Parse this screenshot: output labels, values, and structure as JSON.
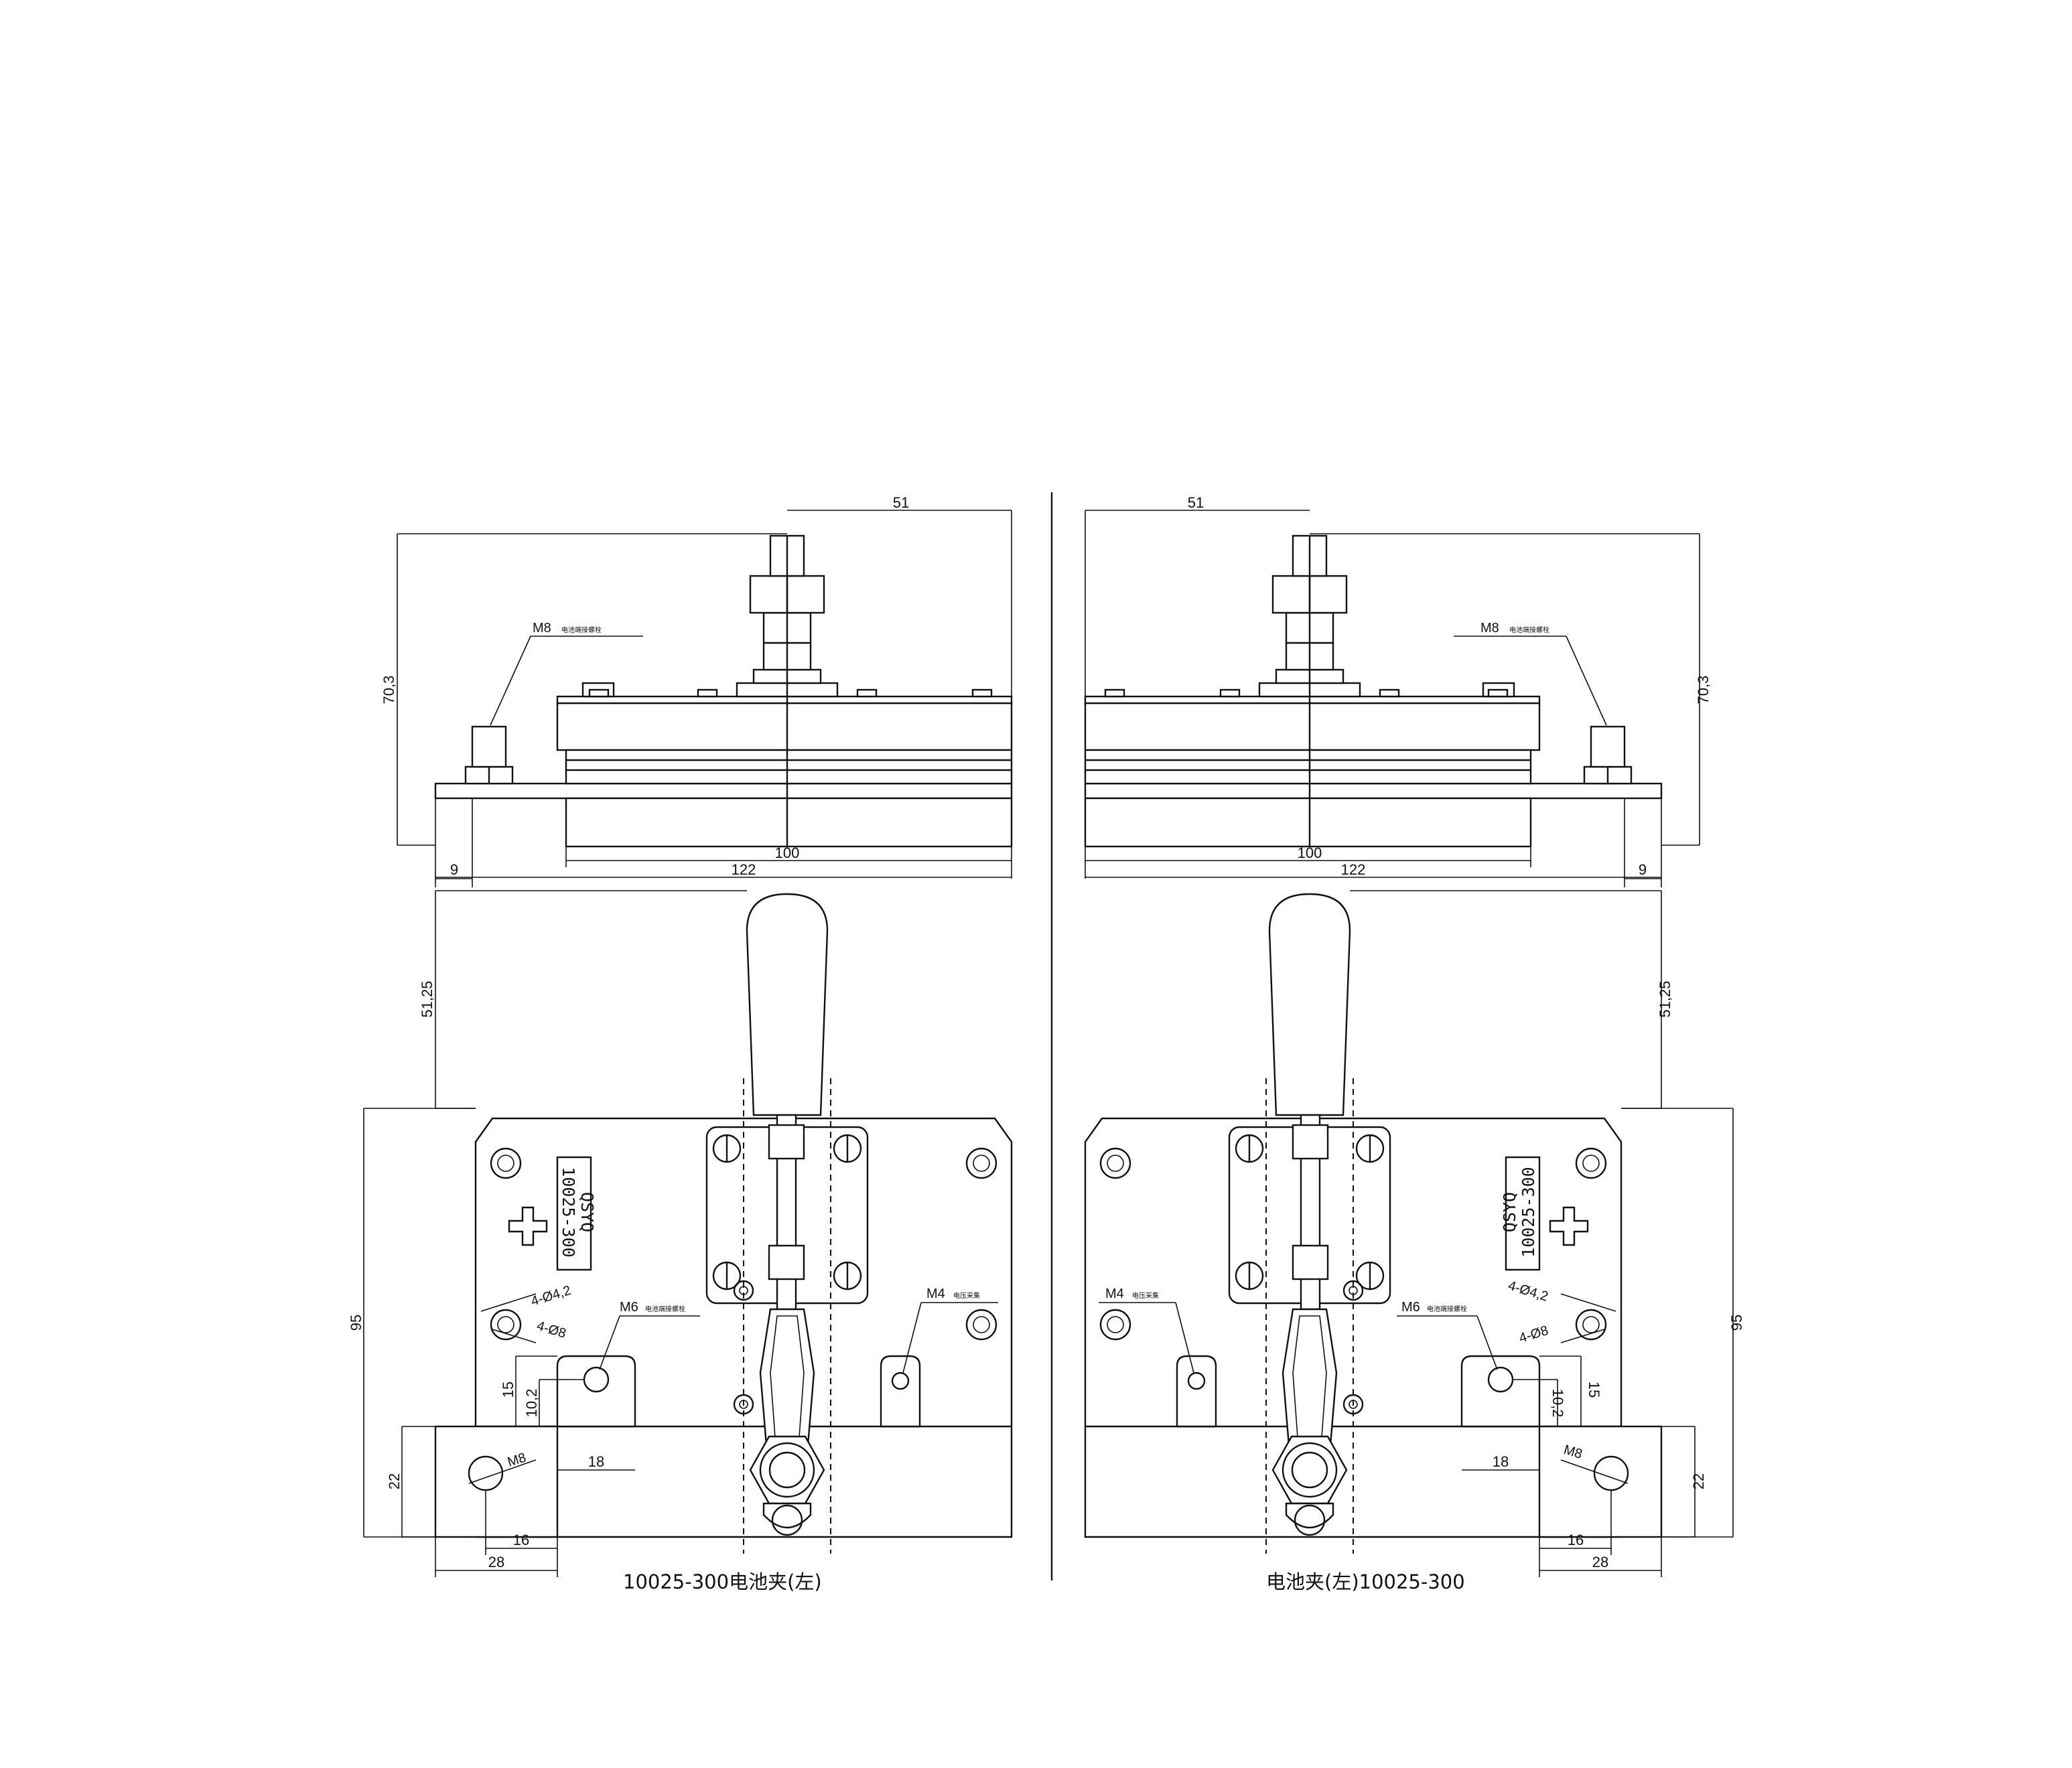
{
  "left_view": {
    "caption": "10025-300电池夹(左)",
    "dims": {
      "top_offset": "51",
      "height": "70,3",
      "inner_width": "100",
      "overall_width": "122",
      "edge": "9",
      "handle_height": "51,25",
      "body_height": "95",
      "tab_height": "22",
      "tab_width": "28",
      "tab_hole": "16",
      "slot_height": "15",
      "slot_hole": "10,2",
      "slot_width": "18"
    },
    "notes": {
      "m8_bolt": "M8",
      "m8_bolt_sub": "电池端接螺栓",
      "m6": "M6",
      "m6_sub": "电池端接螺栓",
      "m4": "M4",
      "m4_sub": "电压采集",
      "holes_42": "4-Ø4,2",
      "holes_8": "4-Ø8",
      "tab_m8": "M8"
    },
    "marking": {
      "line1": "QSYQ",
      "line2": "10025-300"
    }
  },
  "right_view": {
    "caption": "电池夹(左)10025-300",
    "dims": {
      "top_offset": "51",
      "height": "70,3",
      "inner_width": "100",
      "overall_width": "122",
      "edge": "9",
      "handle_height": "51,25",
      "body_height": "95",
      "tab_height": "22",
      "tab_width": "28",
      "tab_hole": "16",
      "slot_height": "15",
      "slot_hole": "10,2",
      "slot_width": "18"
    },
    "notes": {
      "m8_bolt": "M8",
      "m8_bolt_sub": "电池端接螺栓",
      "m6": "M6",
      "m6_sub": "电池端接螺栓",
      "m4": "M4",
      "m4_sub": "电压采集",
      "holes_42": "4-Ø4,2",
      "holes_8": "4-Ø8",
      "tab_m8": "M8"
    },
    "marking": {
      "line1": "QSYQ",
      "line2": "10025-300"
    }
  }
}
